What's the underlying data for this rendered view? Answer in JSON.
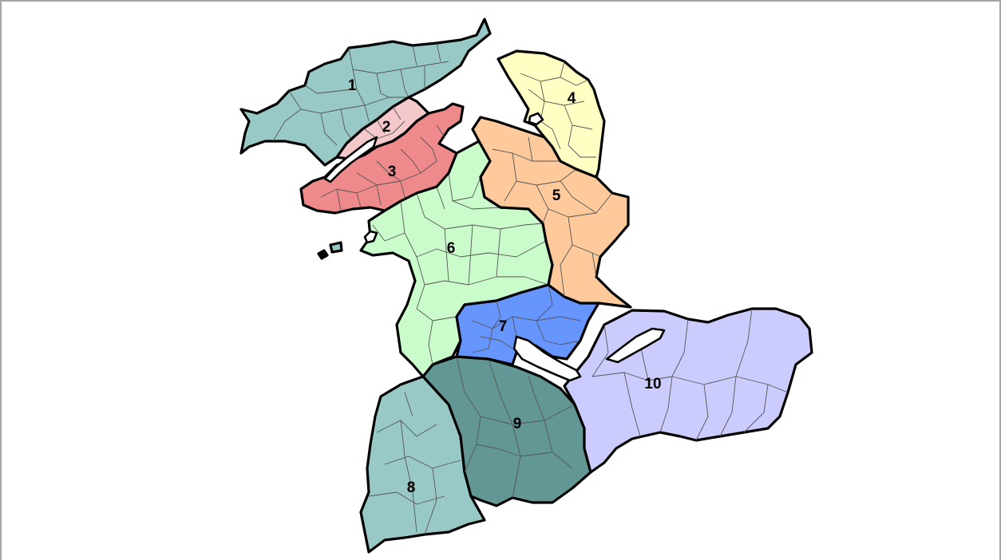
{
  "map": {
    "districts": [
      {
        "id": "1",
        "label": "1",
        "color": "#98c9c7"
      },
      {
        "id": "2",
        "label": "2",
        "color": "#f5c9cb"
      },
      {
        "id": "3",
        "label": "3",
        "color": "#ef8a8c"
      },
      {
        "id": "4",
        "label": "4",
        "color": "#ffffc4"
      },
      {
        "id": "5",
        "label": "5",
        "color": "#fec99b"
      },
      {
        "id": "6",
        "label": "6",
        "color": "#cafccb"
      },
      {
        "id": "7",
        "label": "7",
        "color": "#6695fe"
      },
      {
        "id": "8",
        "label": "8",
        "color": "#98c9c7"
      },
      {
        "id": "9",
        "label": "9",
        "color": "#629795"
      },
      {
        "id": "10",
        "label": "10",
        "color": "#cbcbfe"
      }
    ],
    "lake_color": "#ffffff",
    "border_color": "#000000"
  }
}
